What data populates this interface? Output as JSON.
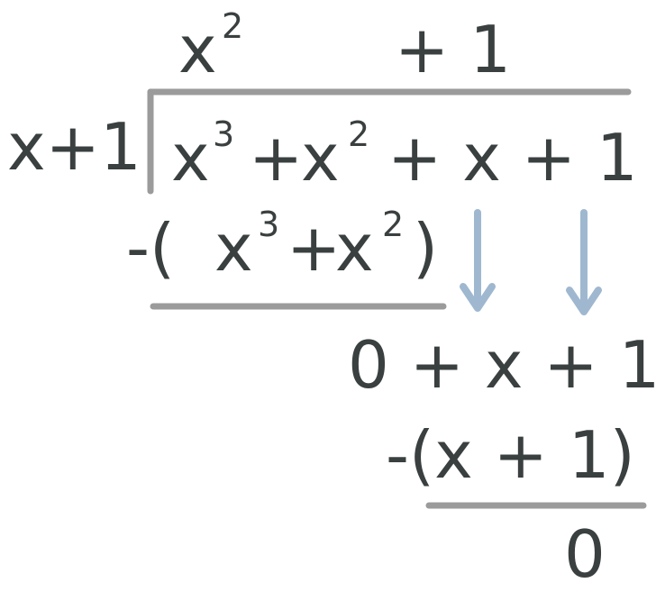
{
  "quotient": {
    "term1_base": "x",
    "term1_exp": "2",
    "term2": "+ 1"
  },
  "divisor": "x+1",
  "dividend": {
    "a_base": "x",
    "a_exp": "3",
    "plus1": "+",
    "b_base": "x",
    "b_exp": "2",
    "rest": "+ x + 1"
  },
  "subtraction1": {
    "open": "-(",
    "a_base": "x",
    "a_exp": "3",
    "plus": "+",
    "b_base": "x",
    "b_exp": "2",
    "close": ")"
  },
  "remainder1": "0 + x + 1",
  "subtraction2": "-(x + 1)",
  "final_remainder": "0",
  "colors": {
    "ink": "#3a3f3f",
    "rule": "#9b9b9b",
    "arrow": "#9fb8d0"
  }
}
